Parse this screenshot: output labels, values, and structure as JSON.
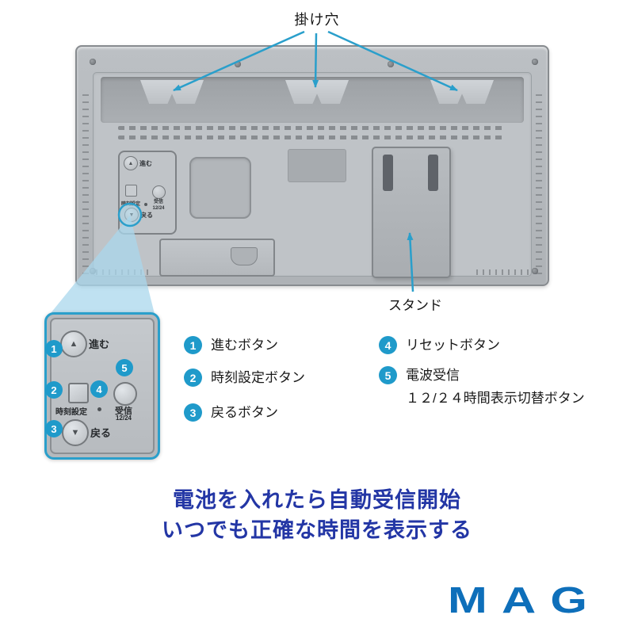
{
  "callouts": {
    "hanging_hole": "掛け穴",
    "stand": "スタンド"
  },
  "panel": {
    "forward": "進む",
    "time_set": "時刻設定",
    "receive": "受信",
    "receive_sub": "12/24",
    "back": "戻る",
    "up_icon": "▲",
    "down_icon": "▼"
  },
  "legend": {
    "items": [
      {
        "num": "1",
        "label": "進むボタン"
      },
      {
        "num": "2",
        "label": "時刻設定ボタン"
      },
      {
        "num": "3",
        "label": "戻るボタン"
      },
      {
        "num": "4",
        "label": "リセットボタン"
      },
      {
        "num": "5",
        "label": "電波受信",
        "label2": "１２/２４時間表示切替ボタン"
      }
    ]
  },
  "message": {
    "line1": "電池を入れたら自動受信開始",
    "line2": "いつでも正確な時間を表示する"
  },
  "brand": {
    "logo": "MAG"
  },
  "colors": {
    "accent": "#2a9fcb",
    "badge": "#1f9aca",
    "message": "#2336a5",
    "logo": "#0e6fba"
  }
}
